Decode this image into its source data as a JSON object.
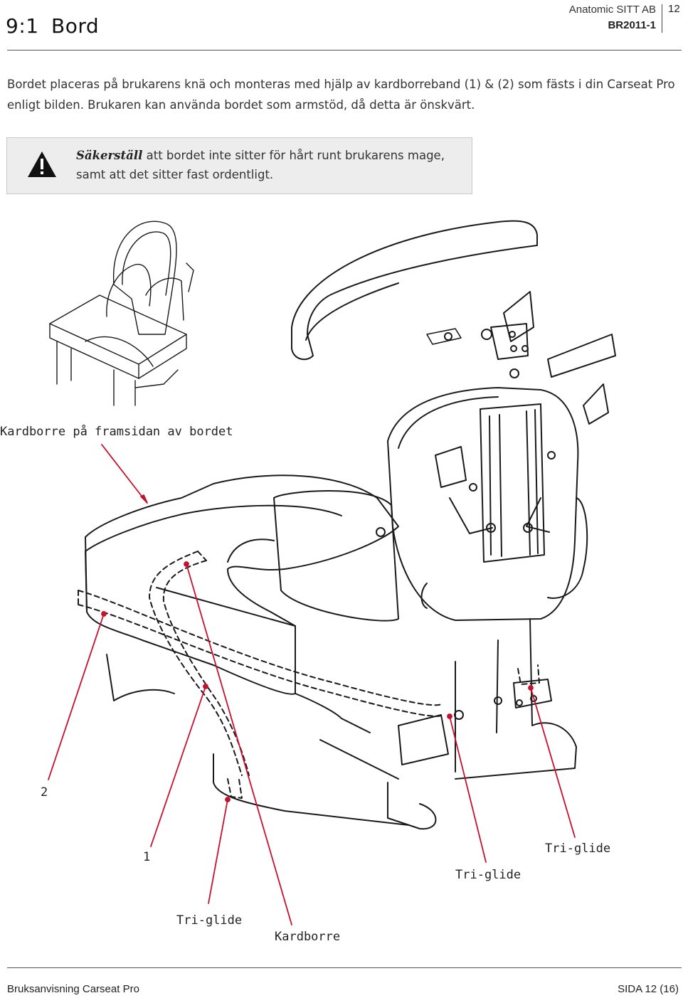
{
  "header": {
    "section_number": "9:1",
    "section_title": "Bord",
    "company": "Anatomic SITT AB",
    "document_id": "BR2011-1",
    "page_number": "12"
  },
  "intro_text": "Bordet placeras på brukarens knä och monteras med hjälp av kardborreband (1) & (2) som fästs i din Carseat Pro enligt bilden. Brukaren kan använda bordet som armstöd, då detta är önskvärt.",
  "warning": {
    "icon": "warning-triangle-icon",
    "bold_lead": "Säkerställ",
    "text": "att bordet inte sitter för hårt runt brukarens mage, samt att det sitter fast ordentligt."
  },
  "illustration": {
    "callouts": {
      "velcro_front": "Kardborre på framsidan av bordet",
      "strap_2": "2",
      "strap_1": "1",
      "triglide_a": "Tri-glide",
      "triglide_b": "Tri-glide",
      "triglide_c": "Tri-glide",
      "velcro": "Kardborre"
    },
    "callout_color": "#c8102e"
  },
  "footer": {
    "manual_title": "Bruksanvisning Carseat Pro",
    "page_label": "SIDA 12 (16)"
  }
}
